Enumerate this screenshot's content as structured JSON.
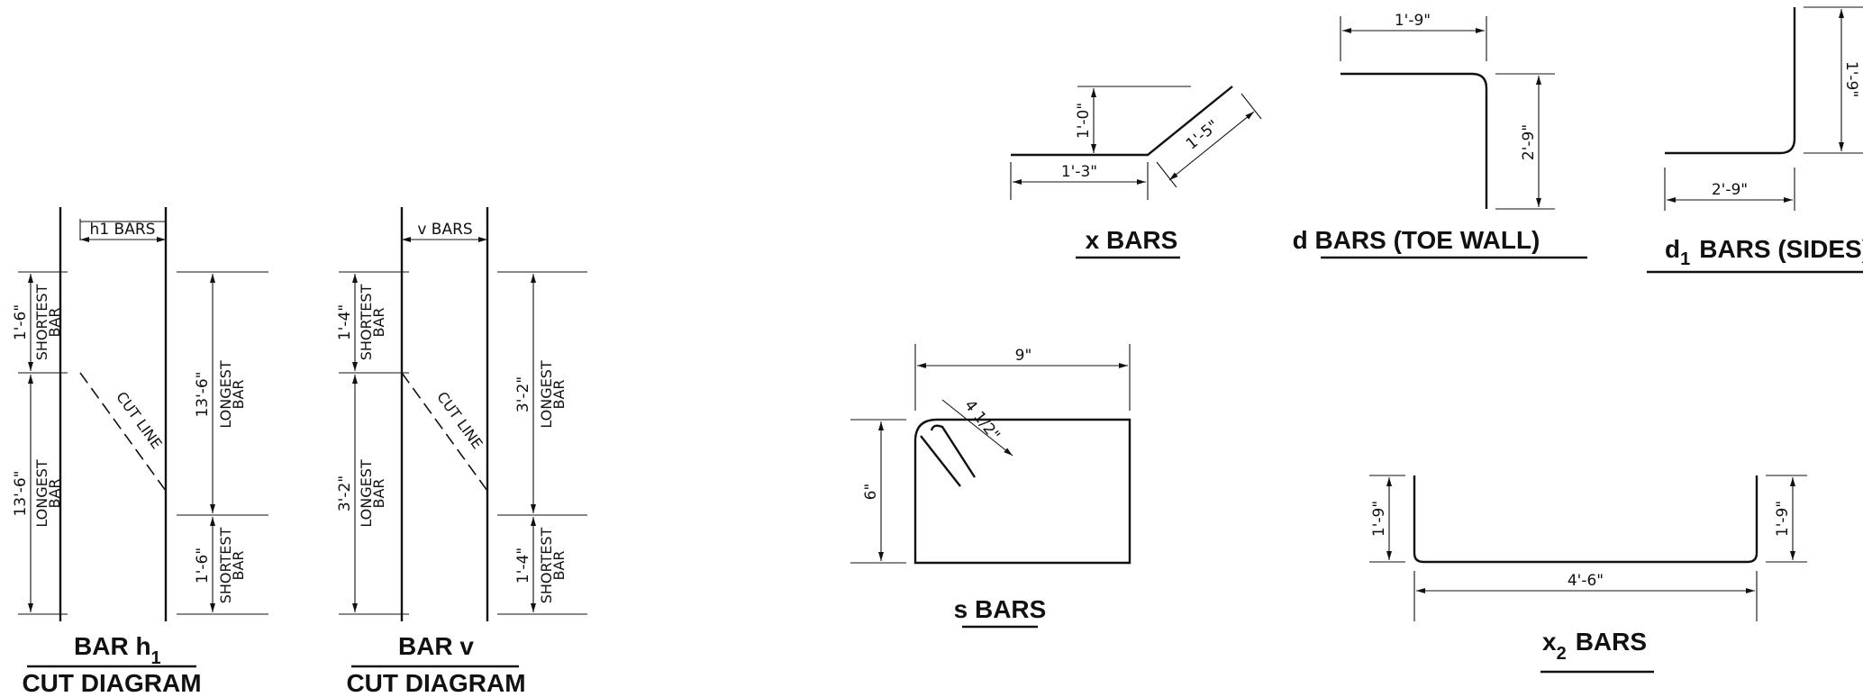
{
  "h1_cut": {
    "header": "h1 BARS",
    "shortest_top_dim": "1'-6\"",
    "shortest_label_1": "SHORTEST",
    "shortest_label_2": "BAR",
    "longest_left_dim": "13'-6\"",
    "longest_label_1": "LONGEST",
    "longest_label_2": "BAR",
    "cut_line": "CUT LINE",
    "right_longest_dim": "13'-6\"",
    "right_shortest_dim": "1'-6\"",
    "title_main": "BAR h",
    "title_sub": "1",
    "caption": "CUT DIAGRAM"
  },
  "v_cut": {
    "header": "v BARS",
    "shortest_top_dim": "1'-4\"",
    "shortest_label_1": "SHORTEST",
    "shortest_label_2": "BAR",
    "longest_left_dim": "3'-2\"",
    "longest_label_1": "LONGEST",
    "longest_label_2": "BAR",
    "cut_line": "CUT LINE",
    "right_longest_dim": "3'-2\"",
    "right_shortest_dim": "1'-4\"",
    "title": "BAR v",
    "caption": "CUT DIAGRAM"
  },
  "x_bars": {
    "rise_dim": "1'-0\"",
    "run_dim": "1'-3\"",
    "slope_dim": "1'-5\"",
    "title": "x BARS"
  },
  "d_bars": {
    "top_dim": "1'-9\"",
    "side_dim": "2'-9\"",
    "title": "d BARS (TOE WALL)"
  },
  "d1_bars": {
    "side_dim": "1'-9\"",
    "bottom_dim": "2'-9\"",
    "title_pre": "d",
    "title_sub": "1",
    "title_post": "BARS (SIDES)"
  },
  "s_bars": {
    "width_dim": "9\"",
    "height_dim": "6\"",
    "hook_dim": "4 1/2\"",
    "title": "s BARS"
  },
  "x2_bars": {
    "left_dim": "1'-9\"",
    "right_dim": "1'-9\"",
    "bottom_dim": "4'-6\"",
    "title_pre": "x",
    "title_sub": "2",
    "title_post": "BARS"
  }
}
